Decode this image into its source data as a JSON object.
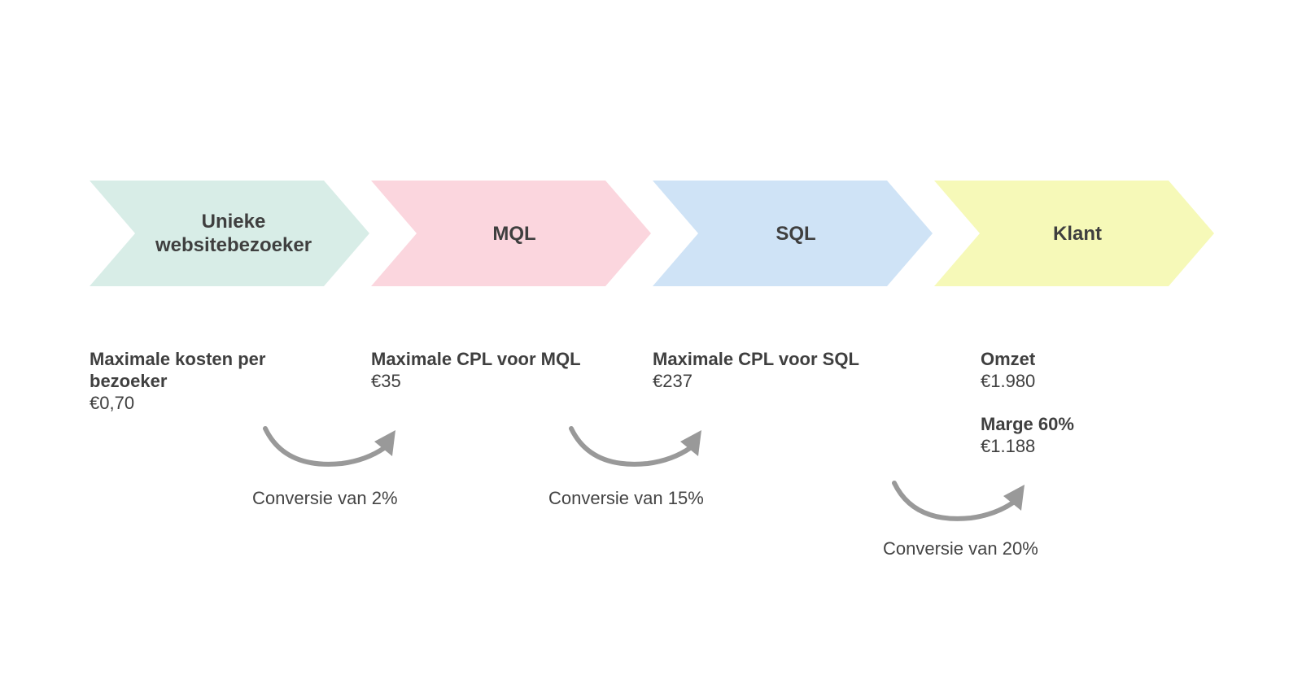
{
  "stages": [
    {
      "label": "Unieke\nwebsitebezoeker",
      "color": "#d8ede7"
    },
    {
      "label": "MQL",
      "color": "#fbd6de"
    },
    {
      "label": "SQL",
      "color": "#cfe3f6"
    },
    {
      "label": "Klant",
      "color": "#f6f9b8"
    }
  ],
  "metrics": [
    {
      "title": "Maximale kosten per bezoeker",
      "value": "€0,70"
    },
    {
      "title": "Maximale CPL voor MQL",
      "value": "€35"
    },
    {
      "title": "Maximale CPL voor SQL",
      "value": "€237"
    },
    {
      "title": "Omzet",
      "value": "€1.980",
      "extra_title": "Marge 60%",
      "extra_value": "€1.188"
    }
  ],
  "conversions": [
    {
      "label": "Conversie van 2%"
    },
    {
      "label": "Conversie van 15%"
    },
    {
      "label": "Conversie van 20%"
    }
  ],
  "arrow_color": "#999999"
}
